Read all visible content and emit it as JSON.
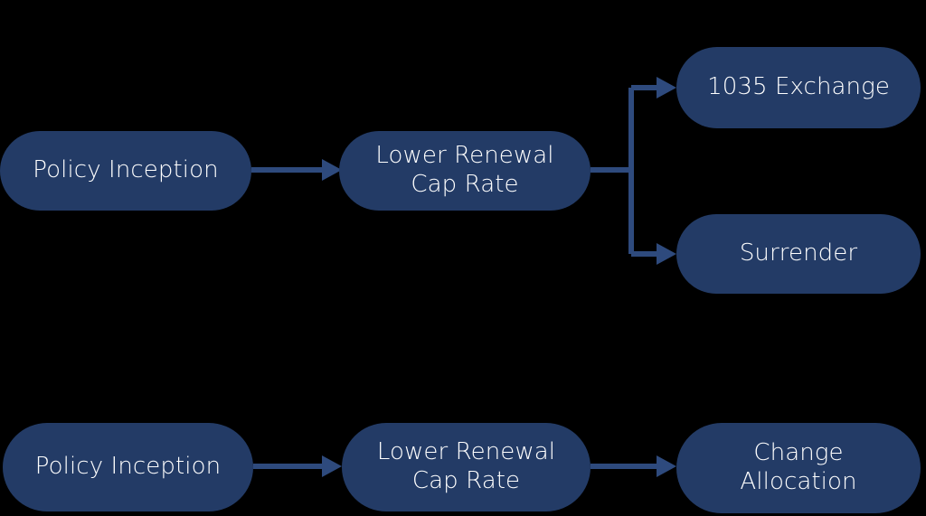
{
  "diagram": {
    "type": "flowchart",
    "background_color": "#000000",
    "node_fill_color": "#233B66",
    "node_text_color": "#FFFFFF",
    "connector_color": "#2E4A7D",
    "rows": [
      {
        "name": "scenario-one",
        "nodes": [
          {
            "id": "policy-inception-top",
            "label": "Policy Inception"
          },
          {
            "id": "lower-renewal-cap-rate-top",
            "label": "Lower Renewal\nCap Rate"
          },
          {
            "id": "1035-exchange",
            "label": "1035 Exchange"
          },
          {
            "id": "surrender",
            "label": "Surrender"
          }
        ],
        "edges": [
          {
            "from": "policy-inception-top",
            "to": "lower-renewal-cap-rate-top"
          },
          {
            "from": "lower-renewal-cap-rate-top",
            "to": "1035-exchange"
          },
          {
            "from": "lower-renewal-cap-rate-top",
            "to": "surrender"
          }
        ]
      },
      {
        "name": "scenario-two",
        "nodes": [
          {
            "id": "policy-inception-bottom",
            "label": "Policy Inception"
          },
          {
            "id": "lower-renewal-cap-rate-bottom",
            "label": "Lower Renewal\nCap Rate"
          },
          {
            "id": "change-allocation",
            "label": "Change\nAllocation"
          }
        ],
        "edges": [
          {
            "from": "policy-inception-bottom",
            "to": "lower-renewal-cap-rate-bottom"
          },
          {
            "from": "lower-renewal-cap-rate-bottom",
            "to": "change-allocation"
          }
        ]
      }
    ]
  }
}
